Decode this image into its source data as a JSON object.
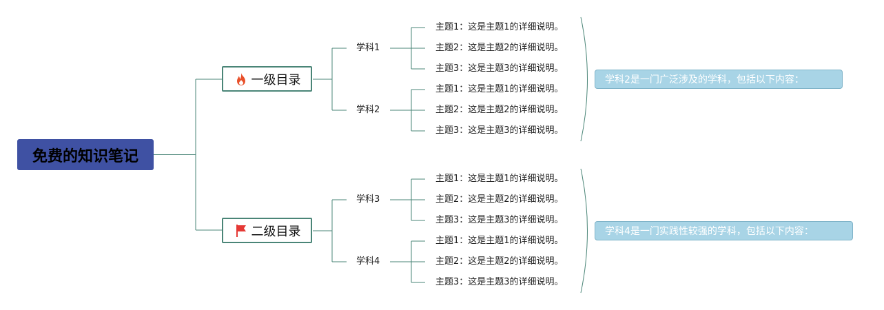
{
  "root": {
    "title": "免费的知识笔记"
  },
  "branches": [
    {
      "label": "一级目录",
      "icon": "fire-icon",
      "icon_color": "#e8502a",
      "subjects": [
        {
          "label": "学科1",
          "topics": [
            "主题1：这是主题1的详细说明。",
            "主题2：这是主题2的详细说明。",
            "主题3：这是主题3的详细说明。"
          ]
        },
        {
          "label": "学科2",
          "topics": [
            "主题1：这是主题1的详细说明。",
            "主题2：这是主题2的详细说明。",
            "主题3：这是主题3的详细说明。"
          ]
        }
      ],
      "summary": "学科2是一门广泛涉及的学科，包括以下内容："
    },
    {
      "label": "二级目录",
      "icon": "flag-icon",
      "icon_color": "#e53935",
      "subjects": [
        {
          "label": "学科3",
          "topics": [
            "主题1：这是主题1的详细说明。",
            "主题2：这是主题2的详细说明。",
            "主题3：这是主题3的详细说明。"
          ]
        },
        {
          "label": "学科4",
          "topics": [
            "主题1：这是主题1的详细说明。",
            "主题2：这是主题2的详细说明。",
            "主题3：这是主题3的详细说明。"
          ]
        }
      ],
      "summary": "学科4是一门实践性较强的学科，包括以下内容："
    }
  ],
  "colors": {
    "root_bg": "#3f51a3",
    "line": "#4a8577",
    "summary_bg": "#a8d4e6",
    "summary_text": "#ffffff"
  }
}
